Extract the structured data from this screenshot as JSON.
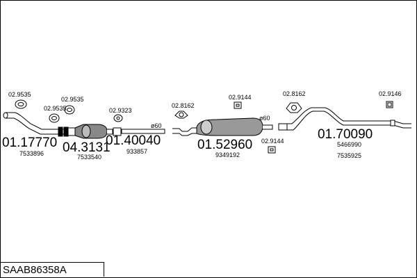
{
  "diagram_ref": "SAAB86358A",
  "parts": {
    "front_pipe": {
      "number": "01.17770",
      "oe": "7533896"
    },
    "catalyst": {
      "number": "04.3131",
      "oe": "7533540"
    },
    "intermediate_pipe": {
      "number": "01.40040",
      "oe": "933857"
    },
    "middle_silencer": {
      "number": "01.52960",
      "oe": "9349192"
    },
    "rear_pipe": {
      "number": "01.70090",
      "oe_1": "5466990",
      "oe_2": "7535925"
    }
  },
  "fittings": {
    "gasket_a": "02.9535",
    "gasket_b": "02.9535",
    "gasket_c": "02.9535",
    "clamp_a": "02.9323",
    "hanger_a": "02.8162",
    "rubber_a": "02.9144",
    "rubber_b": "02.9144",
    "hanger_b": "02.8162",
    "rubber_c": "02.9146"
  },
  "diameters": {
    "d1": "ø60",
    "d2": "ø60"
  }
}
